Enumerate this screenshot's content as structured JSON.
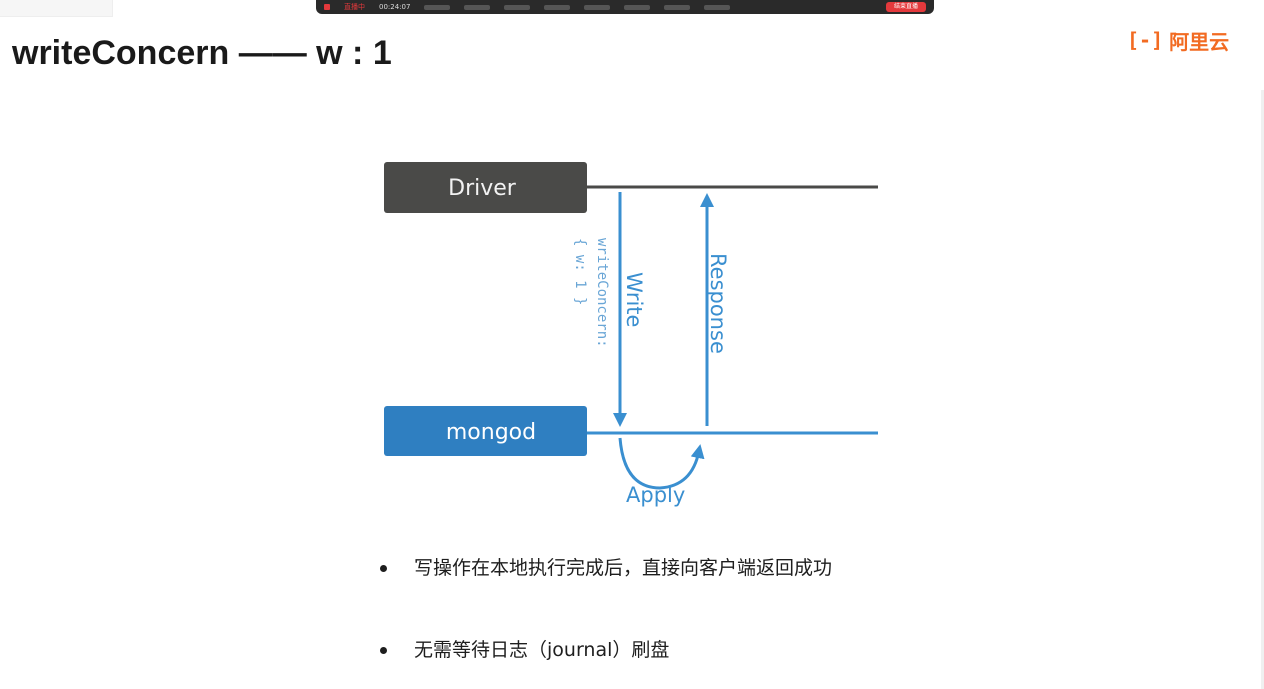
{
  "toolbar": {
    "rec_label": "直播中",
    "timer": "00:24:07",
    "end_label": "结束直播"
  },
  "slide": {
    "title": "writeConcern —— w : 1",
    "logo_text": "阿里云",
    "bullets": [
      "写操作在本地执行完成后，直接向客户端返回成功",
      "无需等待日志（journal）刷盘"
    ]
  },
  "diagram": {
    "driver_label": "Driver",
    "mongod_label": "mongod",
    "write_label": "Write",
    "concern_line1": "writeConcern:",
    "concern_line2": "{ w: 1 }",
    "response_label": "Response",
    "apply_label": "Apply"
  },
  "colors": {
    "driver_box": "#4a4a48",
    "mongod_box": "#2f7fc1",
    "arrow_blue": "#3a8fd0",
    "logo_orange": "#f26b22"
  }
}
